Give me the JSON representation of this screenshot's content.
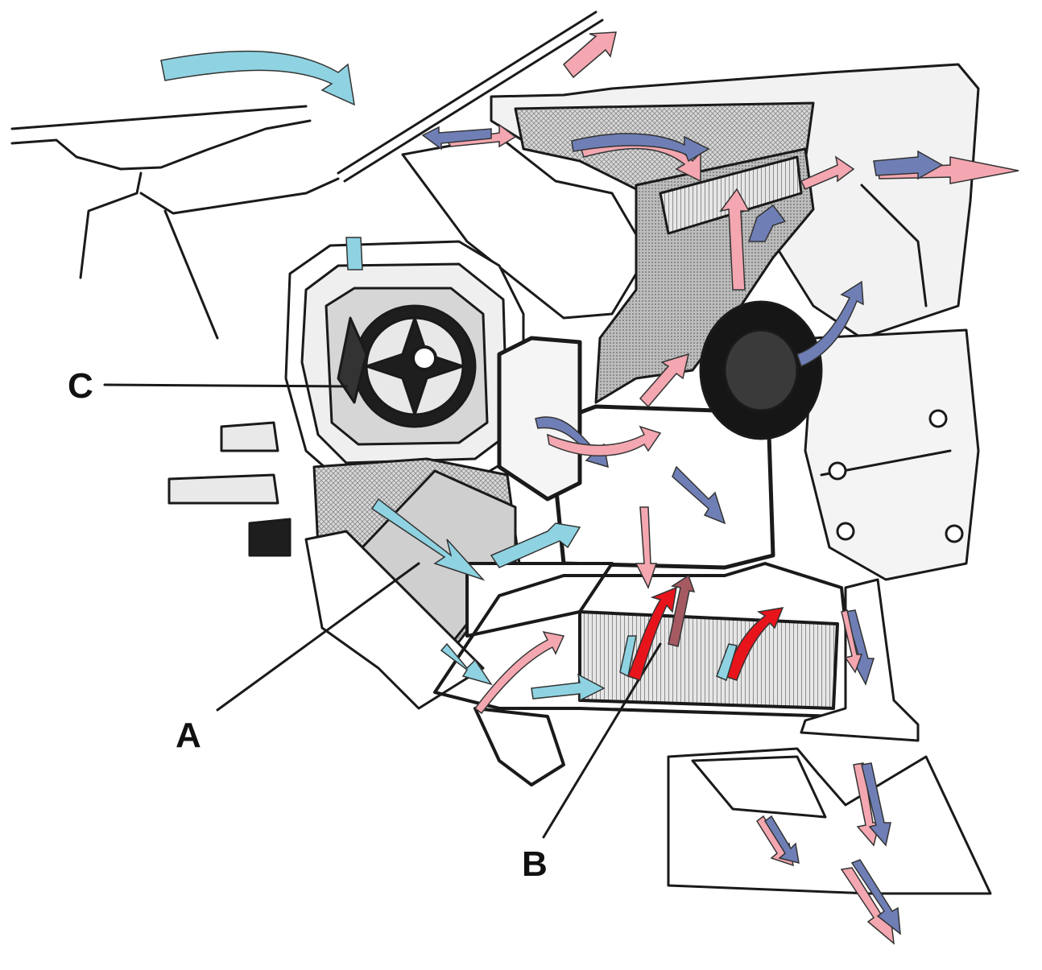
{
  "labels": {
    "a": "A",
    "b": "B",
    "c": "C"
  },
  "colors": {
    "fresh_air": "#8fd3e2",
    "warm_air": "#f4a7b0",
    "cool_air": "#6f7fb6",
    "hot_air": "#e8141c",
    "heater_core_flow": "#a55a62",
    "housing_shading": "#a9a9a9",
    "line": "#1a1a1a",
    "background": "#ffffff"
  }
}
